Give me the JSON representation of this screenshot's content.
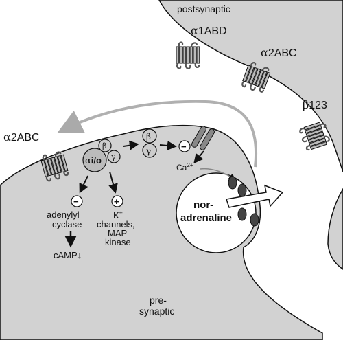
{
  "regions": {
    "postsynaptic": "postsynaptic",
    "presynaptic_line1": "pre-",
    "presynaptic_line2": "synaptic"
  },
  "receptors": {
    "alpha1": {
      "greek": "α",
      "suffix": "1ABD"
    },
    "alpha2_post": {
      "greek": "α",
      "suffix": "2ABC"
    },
    "beta": {
      "greek": "β",
      "suffix": "123"
    },
    "alpha2_pre": {
      "greek": "α",
      "suffix": "2ABC"
    }
  },
  "g_protein": {
    "alpha": "α",
    "alpha_sub": "i/o",
    "beta": "β",
    "gamma": "γ",
    "free_beta": "β",
    "free_gamma": "γ"
  },
  "signs": {
    "minus": "−",
    "plus": "+"
  },
  "effects": {
    "adenylyl_line1": "adenylyl",
    "adenylyl_line2": "cyclase",
    "camp": "cAMP",
    "camp_arrow": "↓",
    "k_line1": "K",
    "k_sup": "+",
    "k_line2": "channels,",
    "k_line3": "MAP",
    "k_line4": "kinase",
    "calcium": "Ca",
    "calcium_sup": "2+"
  },
  "vesicle": {
    "line1": "nor-",
    "line2": "adrenaline"
  },
  "colors": {
    "membrane_fill": "#d2d2d2",
    "receptor_fill": "#b8b8b8",
    "feedback_arrow": "#b0b0b0",
    "channel_fill": "#444444",
    "outline": "#111111"
  }
}
